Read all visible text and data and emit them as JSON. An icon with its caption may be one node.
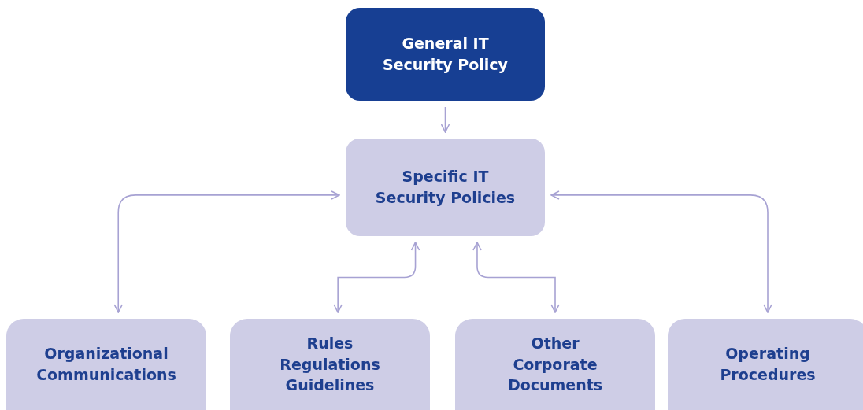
{
  "diagram": {
    "nodes": [
      {
        "text": [
          "General IT Security Policy"
        ]
      },
      {
        "text": [
          "Specific IT Security Policies"
        ]
      },
      {
        "text": [
          "Organizational Communications"
        ]
      },
      {
        "text": [
          "Rules Regulations Guidelines"
        ]
      },
      {
        "text": [
          "Other Corporate Documents"
        ]
      },
      {
        "text": [
          "Operating Procedures"
        ]
      }
    ],
    "edges": [
      {
        "from": 0,
        "to": 1,
        "arrow": "to"
      },
      {
        "from": 1,
        "to": 2,
        "arrow": "both"
      },
      {
        "from": 1,
        "to": 3,
        "arrow": "both"
      },
      {
        "from": 1,
        "to": 4,
        "arrow": "both"
      },
      {
        "from": 1,
        "to": 5,
        "arrow": "both"
      }
    ]
  }
}
